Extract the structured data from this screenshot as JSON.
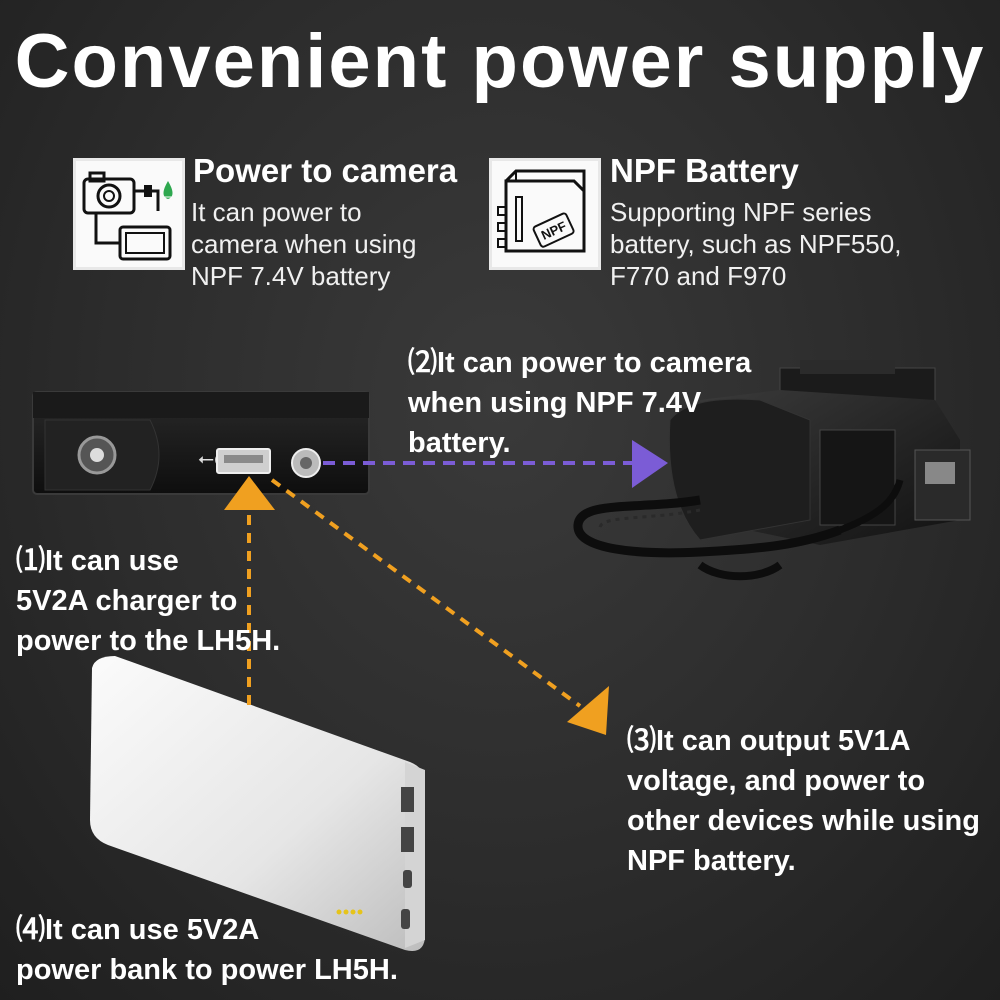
{
  "title": "Convenient power supply",
  "features": {
    "camera": {
      "icon": "camera-power-icon",
      "heading": "Power to camera",
      "lines": [
        "It can power to",
        "camera when using",
        " NPF 7.4V battery"
      ]
    },
    "battery": {
      "icon": "npf-battery-icon",
      "icon_label": "NPF",
      "heading": "NPF Battery",
      "lines": [
        "Supporting NPF series",
        "battery, such as NPF550,",
        "F770 and F970"
      ]
    }
  },
  "callouts": {
    "c1": [
      "⑴It can use",
      "5V2A charger to",
      "power to the LH5H."
    ],
    "c2": [
      "⑵It can power to camera",
      "when using NPF 7.4V",
      "battery."
    ],
    "c3": [
      "⑶It can output 5V1A",
      "voltage, and power to",
      "other devices while using",
      "NPF battery."
    ],
    "c4": [
      "⑷It can use 5V2A",
      "power bank to power LH5H."
    ]
  },
  "device": {
    "usb_symbol": "⭠●"
  },
  "colors": {
    "accent_orange": "#f0a020",
    "accent_purple": "#7b5cd6",
    "text": "#ffffff",
    "background": "#2e2e2e"
  }
}
